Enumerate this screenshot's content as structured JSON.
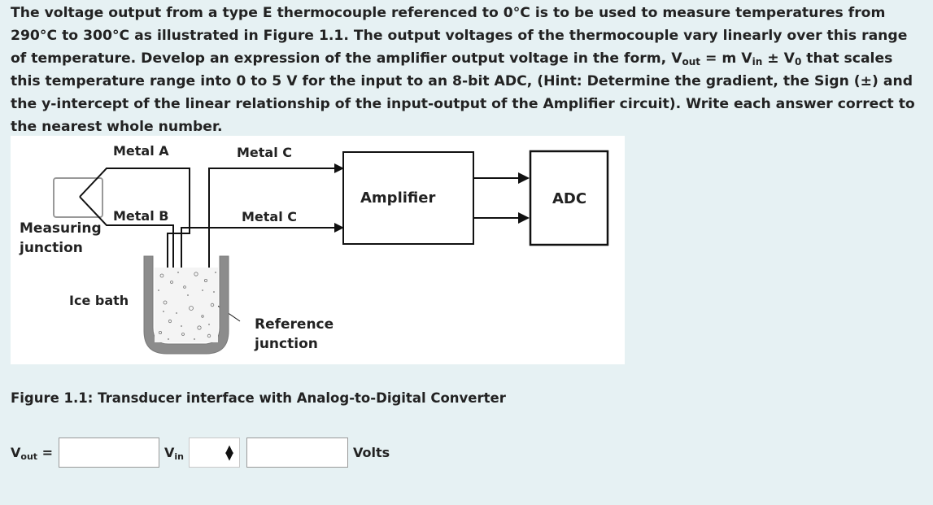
{
  "question": {
    "p1": "The voltage output from a type E thermocouple referenced to 0°C is to be used to measure temperatures from 290°C to 300°C as illustrated in Figure 1.1. The output voltages of the thermocouple vary linearly over this range of temperature. Develop an expression of the amplifier output voltage  in the form, V",
    "sub_out": "out",
    "p2": " = m V",
    "sub_in": "in",
    "p3": " ± V",
    "sub_0": "0",
    "p4": " that scales this temperature range into 0 to 5 V for the input to an 8-bit ADC, (Hint: Determine the gradient, the Sign (±) and the y-intercept of the linear relationship of the input-output of the Amplifier circuit). Write each answer correct to the nearest whole number."
  },
  "figure": {
    "labels": {
      "metal_a": "Metal A",
      "metal_c_top": "Metal C",
      "metal_b": "Metal B",
      "metal_c_bottom": "Metal C",
      "measuring_junction_1": "Measuring",
      "measuring_junction_2": "junction",
      "ice_bath": "Ice bath",
      "reference_junction_1": "Reference",
      "reference_junction_2": "junction",
      "amplifier": "Amplifier",
      "adc": "ADC"
    },
    "caption": "Figure 1.1: Transducer interface with Analog-to-Digital Converter"
  },
  "answer": {
    "vout_label": "V",
    "vout_sub": "out",
    "equals": " =",
    "gradient_value": "",
    "vin_label": "V",
    "vin_sub": "in",
    "sign_value": "",
    "intercept_value": "",
    "units": "Volts"
  },
  "colors": {
    "background": "#e6f1f3",
    "figure_background": "#ffffff",
    "ice_bath_gray": "#8c8c8c"
  }
}
